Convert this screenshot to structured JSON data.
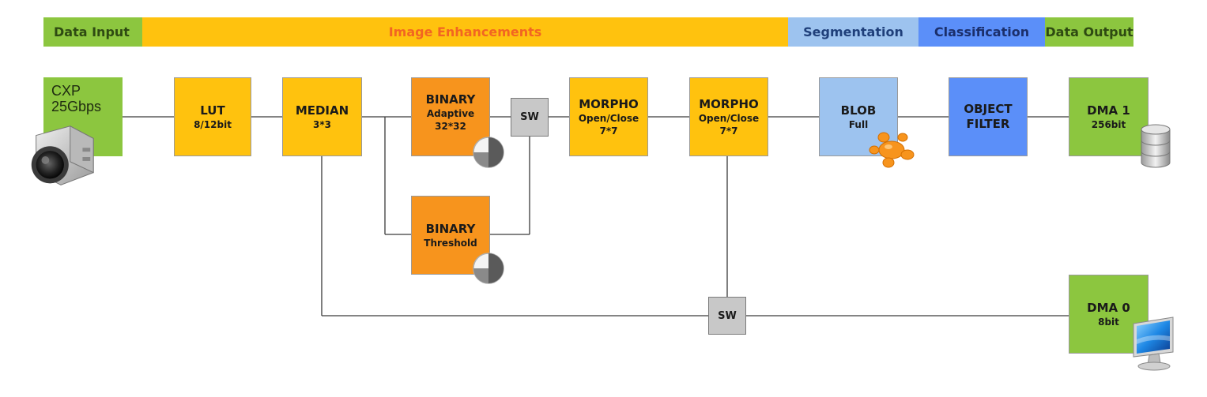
{
  "phases": {
    "data_input": "Data Input",
    "image_enhancements": "Image Enhancements",
    "segmentation": "Segmentation",
    "classification": "Classification",
    "data_output": "Data Output"
  },
  "blocks": {
    "cxp": {
      "line1": "CXP",
      "line2": "25Gbps"
    },
    "lut": {
      "title": "LUT",
      "sub": "8/12bit"
    },
    "median": {
      "title": "MEDIAN",
      "sub": "3*3"
    },
    "binary_adaptive": {
      "title": "BINARY",
      "sub1": "Adaptive",
      "sub2": "32*32"
    },
    "binary_threshold": {
      "title": "BINARY",
      "sub": "Threshold"
    },
    "sw_top": "SW",
    "morpho1": {
      "title": "MORPHO",
      "sub1": "Open/Close",
      "sub2": "7*7"
    },
    "morpho2": {
      "title": "MORPHO",
      "sub1": "Open/Close",
      "sub2": "7*7"
    },
    "blob": {
      "title": "BLOB",
      "sub": "Full"
    },
    "object_filter": {
      "line1": "OBJECT",
      "line2": "FILTER"
    },
    "dma1": {
      "title": "DMA 1",
      "sub": "256bit"
    },
    "sw_bottom": "SW",
    "dma0": {
      "title": "DMA 0",
      "sub": "8bit"
    }
  },
  "colors": {
    "data_input": "#8cc63f",
    "image_enhancements": "#ffc20e",
    "image_enhancements_text": "#f26522",
    "segmentation": "#9dc3ef",
    "classification": "#5b8ff9",
    "data_output": "#8cc63f",
    "binary": "#f7941d",
    "switch": "#c8c8c8"
  },
  "icons": [
    "camera-icon",
    "contrast-icon",
    "blob-icon",
    "database-icon",
    "monitor-icon"
  ]
}
